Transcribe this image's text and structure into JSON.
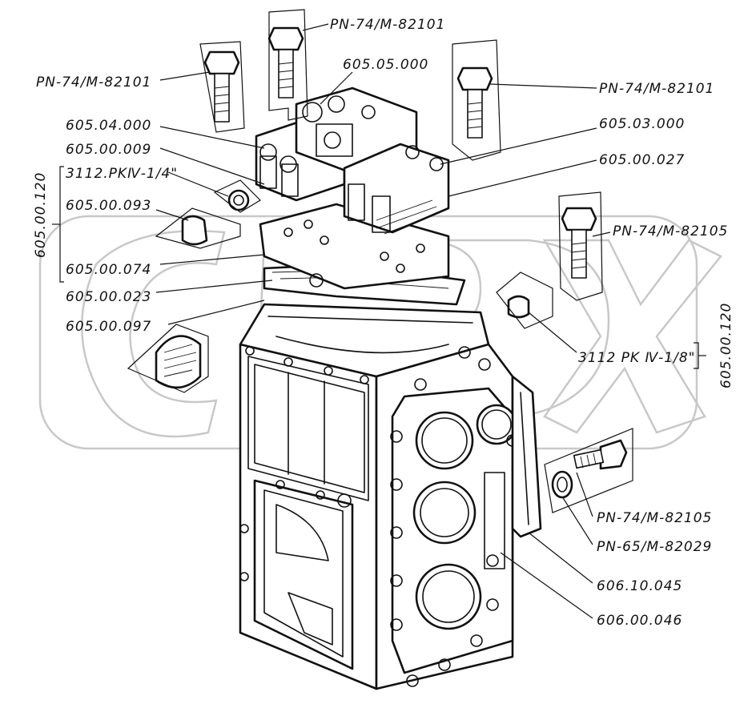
{
  "labels": {
    "top_bolt_center": "PN-74/M-82101",
    "left_bolt": "PN-74/M-82101",
    "right_bolt": "PN-74/M-82101",
    "part_605_05_000": "605.05.000",
    "part_605_04_000": "605.04.000",
    "part_605_03_000": "605.03.000",
    "part_605_00_009": "605.00.009",
    "part_605_00_027": "605.00.027",
    "plug_quarter": "3112.PKⅣ-1/4\"",
    "part_605_00_093": "605.00.093",
    "right_bolt_2": "PN-74/M-82105",
    "part_605_00_074": "605.00.074",
    "part_605_00_023": "605.00.023",
    "part_605_00_097": "605.00.097",
    "plug_eighth": "3112 PK Ⅳ-1/8\"",
    "group_left": "605.00.120",
    "group_right": "605.00.120",
    "side_bolt": "PN-74/M-82105",
    "washer": "PN-65/M-82029",
    "part_606_10_045": "606.10.045",
    "part_606_00_046": "606.00.046"
  },
  "icons": [
    "hex-bolt",
    "plug",
    "washer",
    "gasket",
    "housing"
  ]
}
